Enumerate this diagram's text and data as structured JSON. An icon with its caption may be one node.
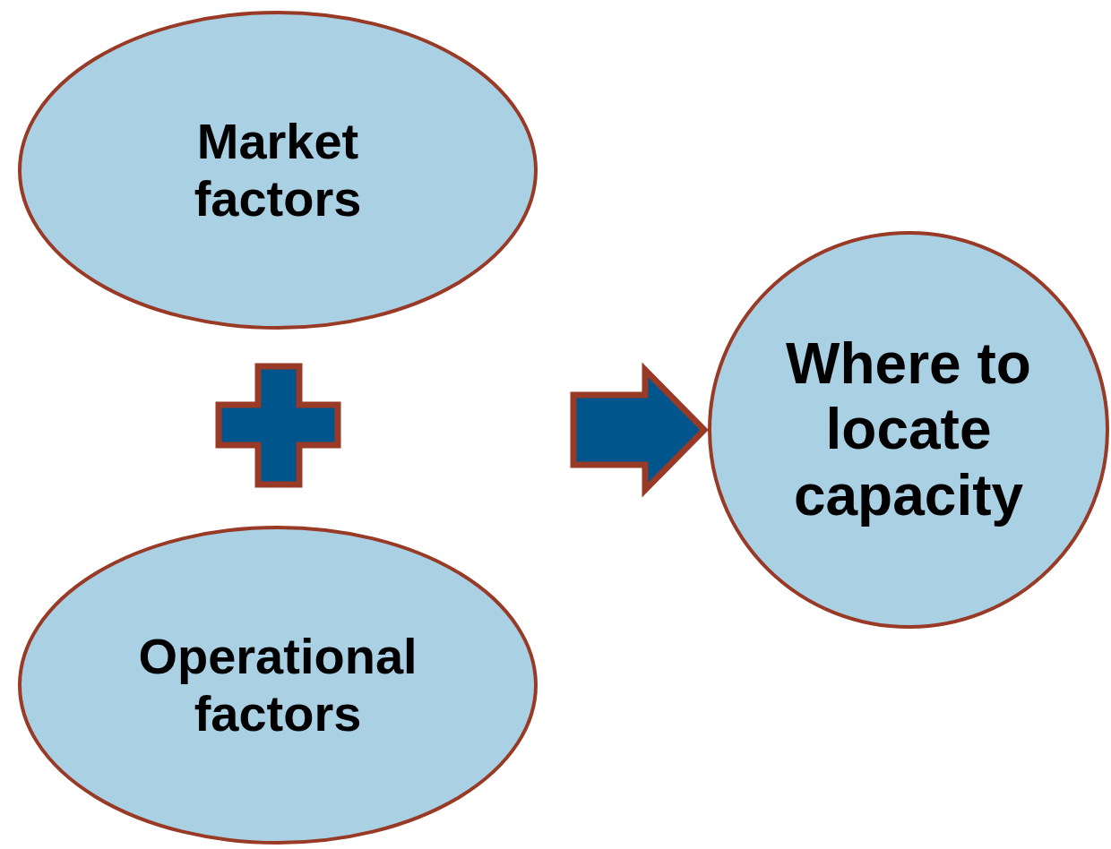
{
  "diagram": {
    "nodes": [
      {
        "text": [
          "Market factors"
        ]
      },
      {
        "text": [
          "Operational factors"
        ]
      },
      {
        "text": [
          "Where to locate capacity"
        ]
      }
    ],
    "edges": [
      {
        "from": null,
        "to": 2,
        "arrow": "to"
      }
    ]
  }
}
